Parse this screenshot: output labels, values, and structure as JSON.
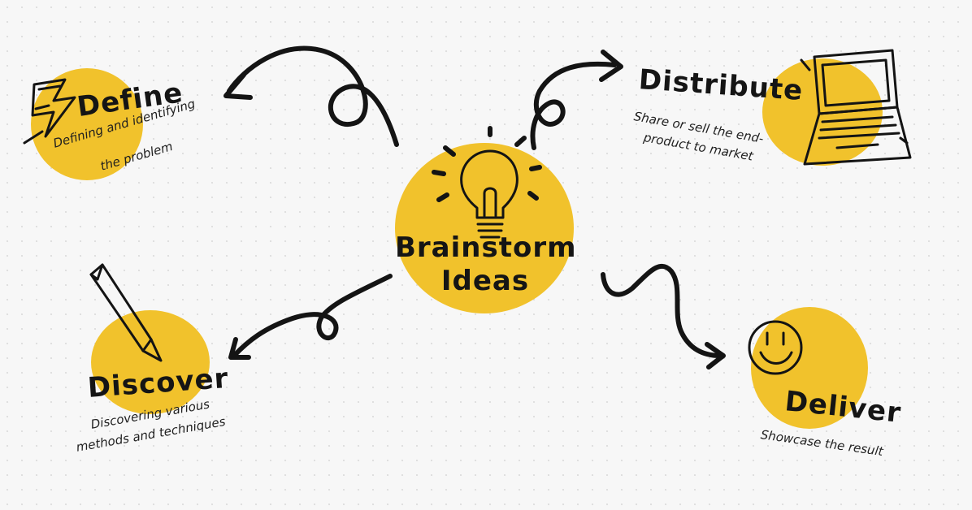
{
  "center": {
    "title_line1": "Brainstorm",
    "title_line2": "Ideas",
    "icon": "lightbulb-icon"
  },
  "nodes": {
    "define": {
      "title": "Define",
      "subtitle_line1": "Defining and identifying",
      "subtitle_line2": "the problem",
      "icon": "lightning-icon"
    },
    "distribute": {
      "title": "Distribute",
      "subtitle_line1": "Share or sell the end-",
      "subtitle_line2": "product to market",
      "icon": "laptop-icon"
    },
    "discover": {
      "title": "Discover",
      "subtitle_line1": "Discovering various",
      "subtitle_line2": "methods and techniques",
      "icon": "pencil-icon"
    },
    "deliver": {
      "title": "Deliver",
      "subtitle_line1": "Showcase the result",
      "icon": "smiley-icon"
    }
  },
  "colors": {
    "accent": "#f1c22c",
    "ink": "#141414",
    "background": "#f7f7f7"
  }
}
